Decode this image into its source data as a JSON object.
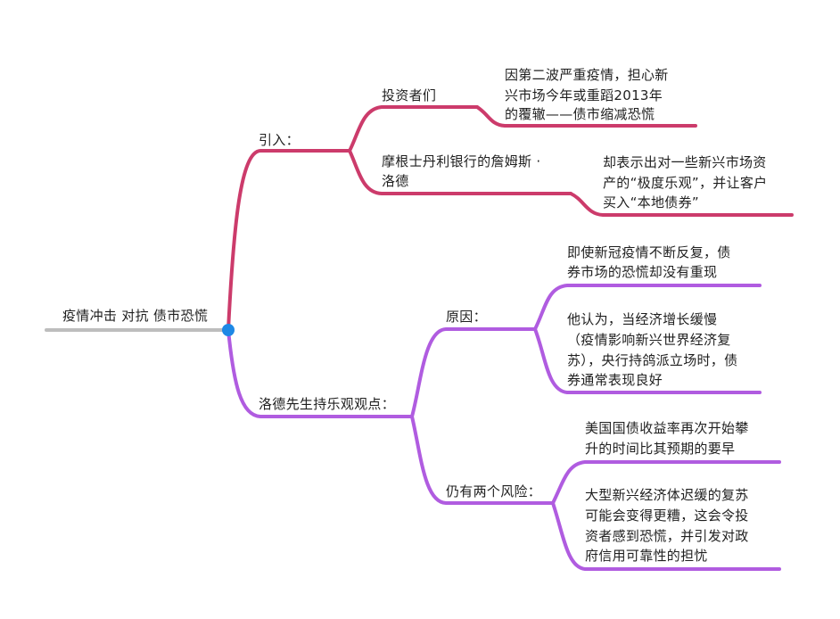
{
  "root": {
    "label": "疫情冲击 对抗 债市恐慌"
  },
  "colors": {
    "branch_intro": "#cc3b6b",
    "branch_view": "#b05ce0",
    "root_line": "#bdbdbd",
    "root_node": "#1e88e5"
  },
  "intro": {
    "label": "引入：",
    "investors": {
      "label": "投资者们",
      "detail": [
        "因第二波严重疫情，担心新",
        "兴市场今年或重蹈2013年",
        "的覆辙——债市缩减恐慌"
      ]
    },
    "lode": {
      "label": [
        "摩根士丹利银行的詹姆斯 ·",
        "洛德"
      ],
      "detail": [
        "却表示出对一些新兴市场资",
        "产的“极度乐观”，并让客户",
        "买入“本地债券”"
      ]
    }
  },
  "view": {
    "label": "洛德先生持乐观观点：",
    "reasons": {
      "label": "原因：",
      "items": [
        [
          "即使新冠疫情不断反复，债",
          "券市场的恐慌却没有重现"
        ],
        [
          "他认为，当经济增长缓慢",
          "（疫情影响新兴世界经济复",
          "苏），央行持鸽派立场时，债",
          "券通常表现良好"
        ]
      ]
    },
    "risks": {
      "label": "仍有两个风险：",
      "items": [
        [
          "美国国债收益率再次开始攀",
          "升的时间比其预期的要早"
        ],
        [
          "大型新兴经济体迟缓的复苏",
          "可能会变得更糟，这会令投",
          "资者感到恐慌，并引发对政",
          "府信用可靠性的担忧"
        ]
      ]
    }
  }
}
